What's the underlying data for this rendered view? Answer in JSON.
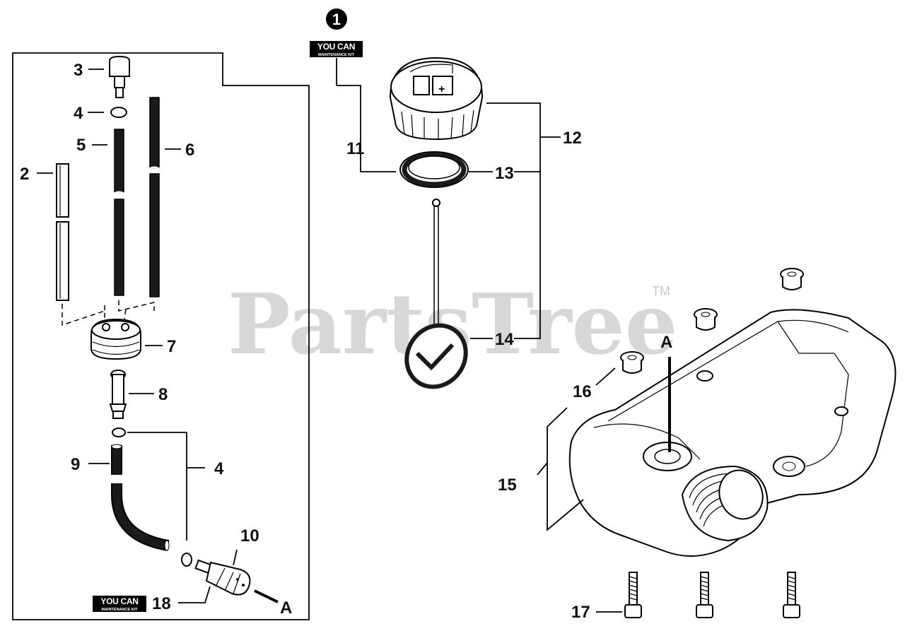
{
  "watermark": {
    "text": "PartsTree",
    "trademark": "TM"
  },
  "kit_badge": {
    "main_text": "YOU CAN",
    "sub_text": "MAINTENANCE KIT"
  },
  "callout_1": "1",
  "callouts": {
    "c2": "2",
    "c3": "3",
    "c4a": "4",
    "c4b": "4",
    "c5": "5",
    "c6": "6",
    "c7": "7",
    "c8": "8",
    "c9": "9",
    "c10": "10",
    "c11": "11",
    "c12": "12",
    "c13": "13",
    "c14": "14",
    "c15": "15",
    "c16": "16",
    "c17": "17",
    "c18": "18",
    "ref_a1": "A",
    "ref_a2": "A"
  }
}
